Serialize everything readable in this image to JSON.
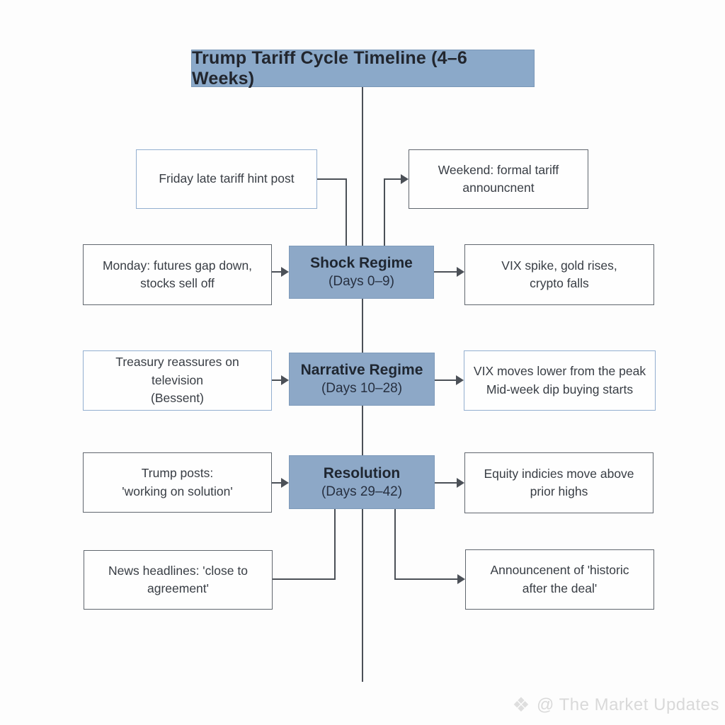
{
  "title": "Trump Tariff Cycle Timeline (4–6 Weeks)",
  "stages": [
    {
      "name": "Shock Regime",
      "days": "(Days 0–9)"
    },
    {
      "name": "Narrative Regime",
      "days": "(Days 10–28)"
    },
    {
      "name": "Resolution",
      "days": "(Days 29–42)"
    }
  ],
  "events": {
    "friday_hint": "Friday late tariff hint post",
    "weekend_announcement": "Weekend: formal tariff\nannouncnent",
    "monday_gap": "Monday: futures gap down,\nstocks sell off",
    "vix_spike": "VIX spike, gold rises,\ncrypto falls",
    "treasury_reassures": "Treasury reassures on television\n(Bessent)",
    "vix_lower": "VIX moves lower from the peak\nMid-week dip buying starts",
    "trump_posts": "Trump posts:\n'working on solution'",
    "equity_highs": "Equity indicies move above\nprior highs",
    "news_headlines": "News headlines: 'close to\nagreement'",
    "deal_announcement": "Announcenent of 'historic\nafter the deal'"
  },
  "watermark": {
    "icon": "❖",
    "text": "@ The Market Updates"
  },
  "colors": {
    "stage_fill": "#8da8c7",
    "stage_border": "#7e9aba",
    "connector": "#4b5057",
    "box_border_gray": "#60666e",
    "box_border_blue": "#93afd0",
    "watermark": "#d9d9d9"
  }
}
